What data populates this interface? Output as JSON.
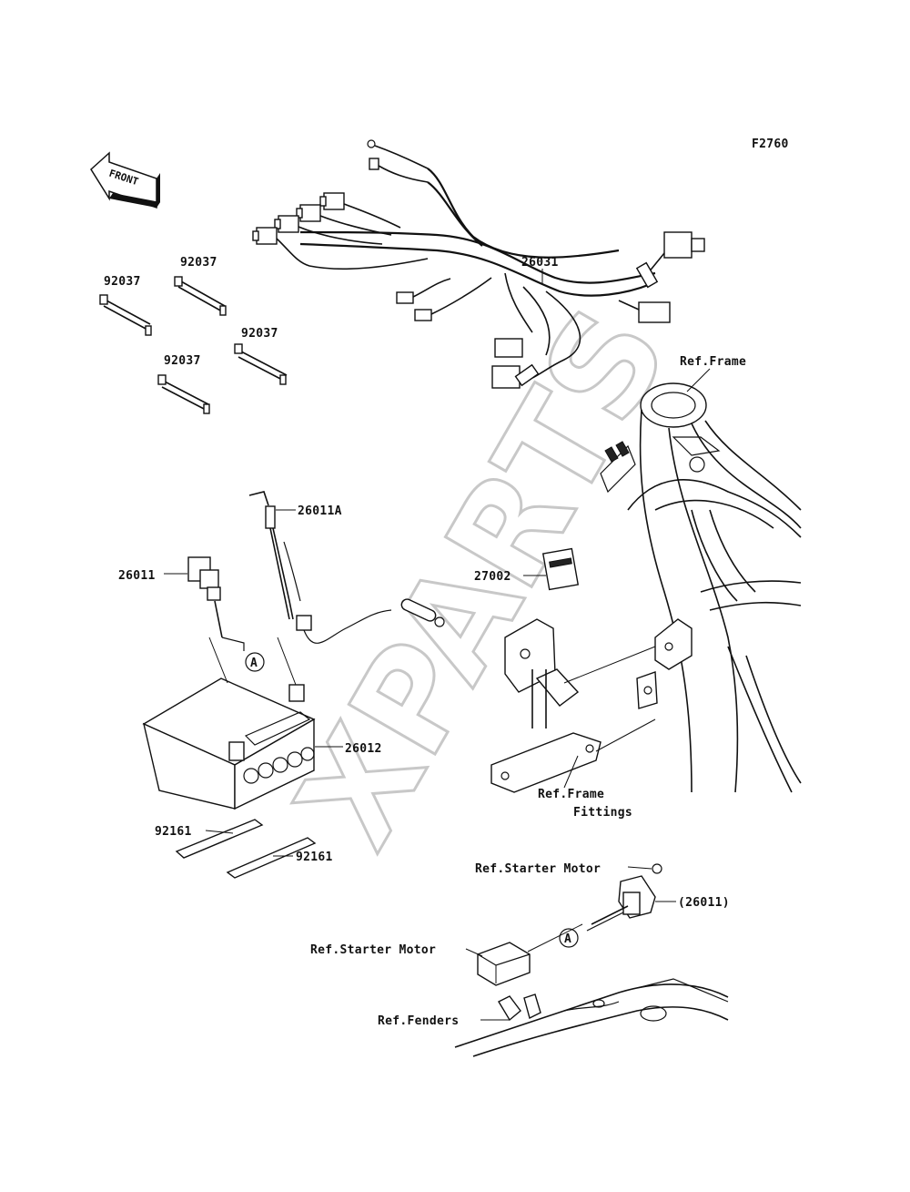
{
  "figure_code": "F2760",
  "front_label": "FRONT",
  "watermark": "XPARTS",
  "marker_letter": "A",
  "parts": [
    {
      "id": "p-26031",
      "text": "26031"
    },
    {
      "id": "p-92037-a",
      "text": "92037"
    },
    {
      "id": "p-92037-b",
      "text": "92037"
    },
    {
      "id": "p-92037-c",
      "text": "92037"
    },
    {
      "id": "p-92037-d",
      "text": "92037"
    },
    {
      "id": "p-26011a",
      "text": "26011A"
    },
    {
      "id": "p-26011",
      "text": "26011"
    },
    {
      "id": "p-26012",
      "text": "26012"
    },
    {
      "id": "p-92161-a",
      "text": "92161"
    },
    {
      "id": "p-92161-b",
      "text": "92161"
    },
    {
      "id": "p-27002",
      "text": "27002"
    },
    {
      "id": "p-26011-ref",
      "text": "(26011)"
    }
  ],
  "refs": [
    {
      "id": "ref-frame",
      "text": "Ref.Frame"
    },
    {
      "id": "ref-frame-fittings-1",
      "text": "Ref.Frame"
    },
    {
      "id": "ref-frame-fittings-2",
      "text": "Fittings"
    },
    {
      "id": "ref-starter-motor-1",
      "text": "Ref.Starter Motor"
    },
    {
      "id": "ref-starter-motor-2",
      "text": "Ref.Starter Motor"
    },
    {
      "id": "ref-fenders",
      "text": "Ref.Fenders"
    }
  ]
}
